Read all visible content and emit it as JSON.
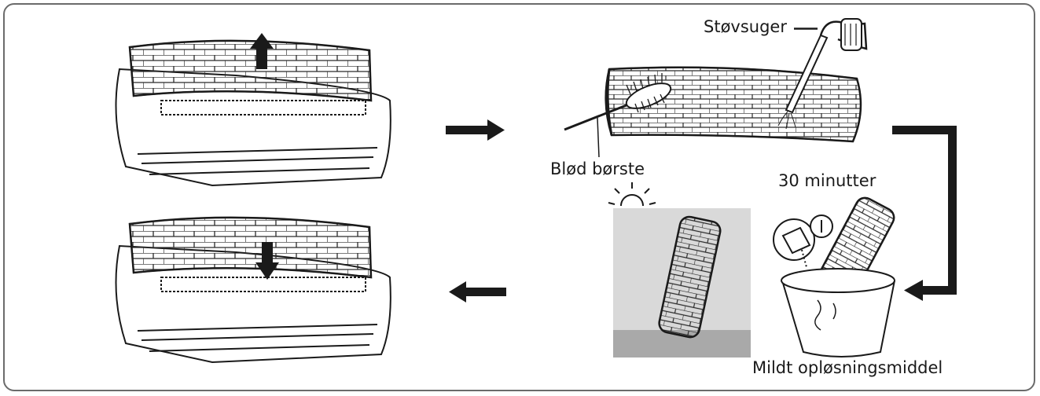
{
  "labels": {
    "vacuum": "Støvsuger",
    "brush": "Blød børste",
    "soak_time": "30 minutter",
    "detergent": "Mildt opløsningsmiddel"
  },
  "icons": [
    "arrow-up-icon",
    "arrow-down-icon",
    "arrow-right-icon",
    "arrow-left-icon",
    "sun-icon"
  ],
  "colors": {
    "ink": "#1a1a1a",
    "frame": "#6b6b6b",
    "sun_panel": "#d9d9d9",
    "shadow": "#a9a9a9"
  }
}
